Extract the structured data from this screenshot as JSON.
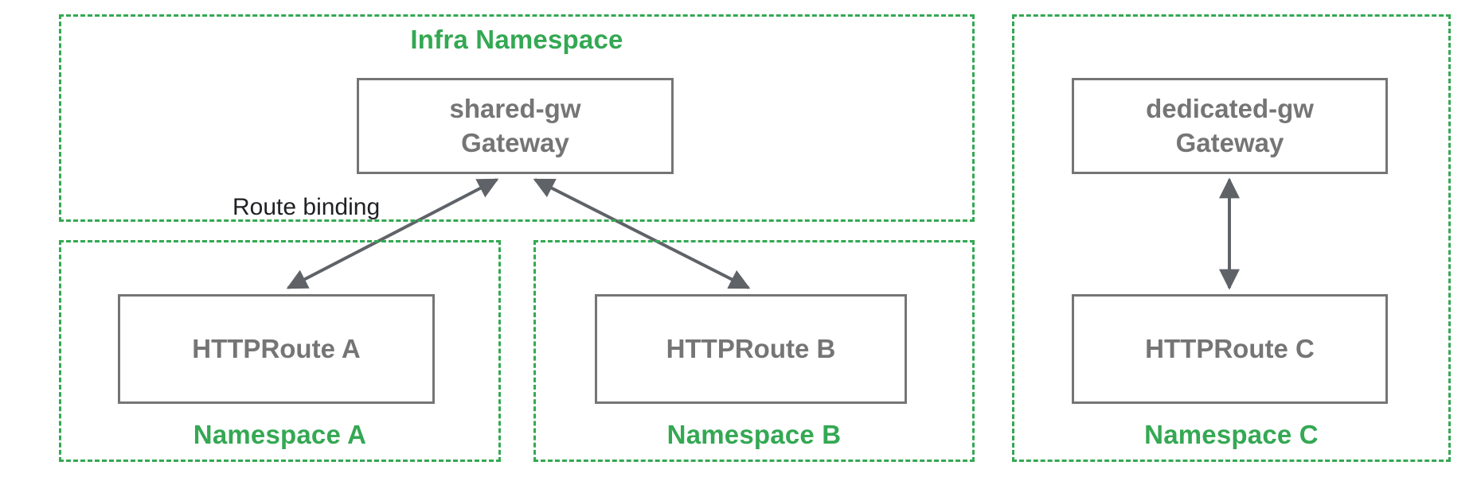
{
  "colors": {
    "green": "#34a853",
    "gray": "#757575",
    "arrow": "#5f6368",
    "ink": "#202124"
  },
  "groups": {
    "infra": {
      "label": "Infra Namespace"
    },
    "ns_a": {
      "label": "Namespace A"
    },
    "ns_b": {
      "label": "Namespace B"
    },
    "ns_c": {
      "label": "Namespace C"
    }
  },
  "nodes": {
    "shared_gw": {
      "line1": "shared-gw",
      "line2": "Gateway"
    },
    "dedicated_gw": {
      "line1": "dedicated-gw",
      "line2": "Gateway"
    },
    "route_a": {
      "label": "HTTPRoute A"
    },
    "route_b": {
      "label": "HTTPRoute B"
    },
    "route_c": {
      "label": "HTTPRoute C"
    }
  },
  "annotations": {
    "route_binding": "Route binding"
  }
}
